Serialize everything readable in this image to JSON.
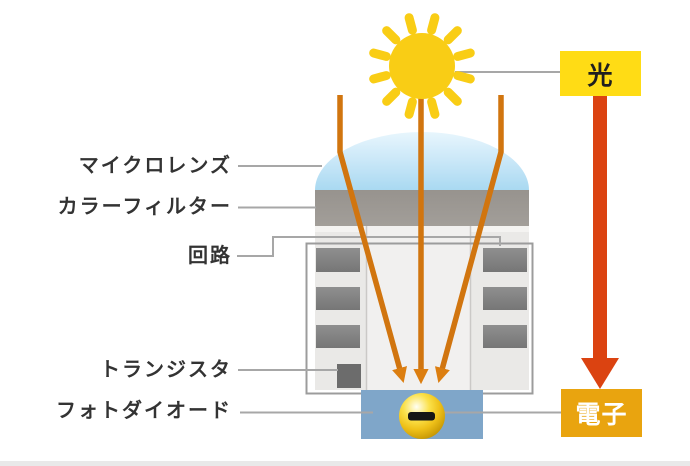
{
  "diagram": {
    "type": "image-sensor-pixel-structure",
    "labels": {
      "microlens": "マイクロレンズ",
      "color_filter": "カラーフィルター",
      "circuit": "回路",
      "transistor": "トランジスタ",
      "photodiode": "フォトダイオード"
    },
    "callouts": {
      "light": "光",
      "electron": "電子"
    },
    "colors": {
      "sun": "#F9CD15",
      "light_box_bg": "#FFDC15",
      "electron_box_bg": "#E9A40F",
      "light_ray": "#D1750F",
      "ray_arrowhead": "#DC7E10",
      "electron_arrow": "#DB4311",
      "photodiode_bg": "#7FA6C9",
      "transistor_block": "#6C6C6C",
      "connector_line": "#A7A7A7",
      "circuit_box_border": "#9C9C9C",
      "label_text": "#333333"
    }
  }
}
